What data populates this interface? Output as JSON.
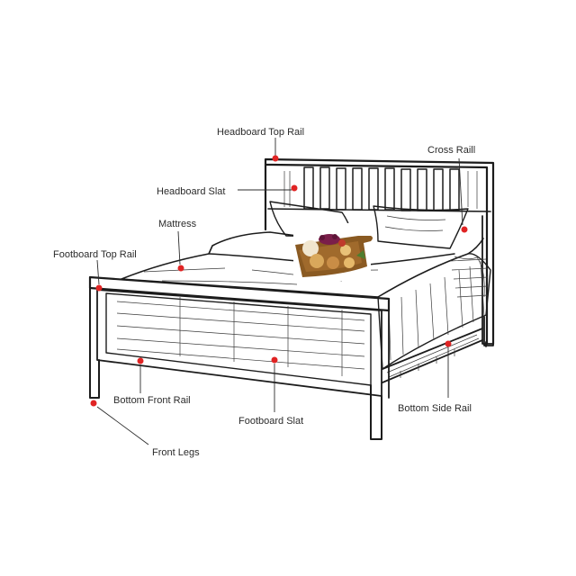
{
  "diagram": {
    "labels": {
      "headboard_top_rail": "Headboard Top Rail",
      "cross_rail": "Cross Raill",
      "headboard_slat": "Headboard Slat",
      "mattress": "Mattress",
      "footboard_top_rail": "Footboard Top Rail",
      "bottom_front_rail": "Bottom Front Rail",
      "footboard_slat": "Footboard Slat",
      "bottom_side_rail": "Bottom Side Rail",
      "front_legs": "Front Legs"
    },
    "colors": {
      "marker": "#e02424",
      "line": "#1c1c1c",
      "text": "#2b2b2b",
      "board_wood": "#8a5a22",
      "grapes": "#7a1e4a"
    },
    "inset_image": "charcuterie-board-photo"
  }
}
